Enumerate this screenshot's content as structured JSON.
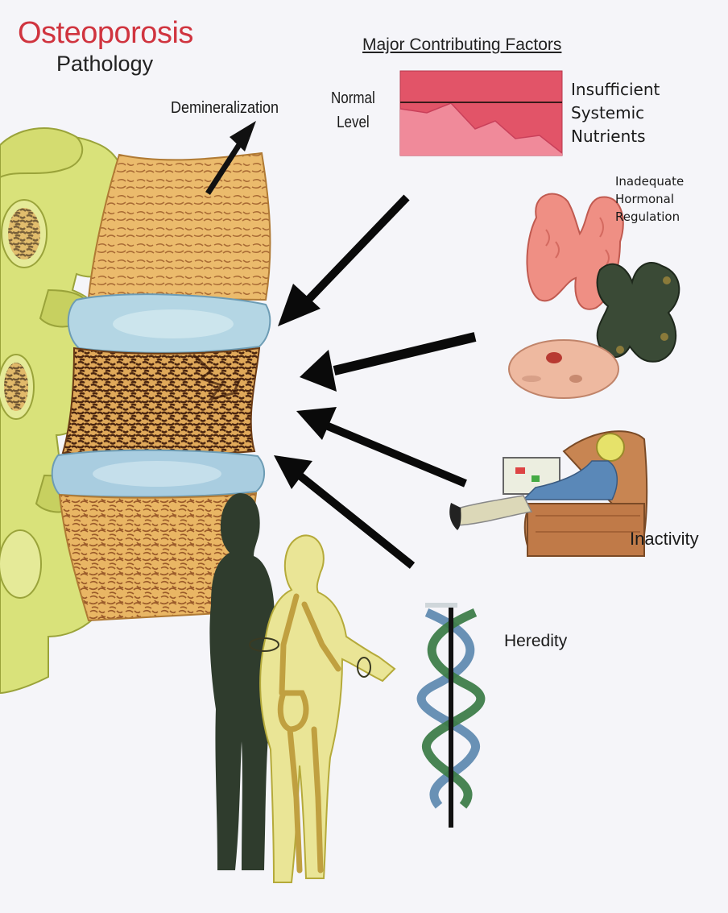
{
  "title": "Osteoporosis",
  "subtitle": "Pathology",
  "factors_heading": "Major Contributing Factors",
  "demineralization": "Demineralization",
  "normal_level": [
    "Normal",
    "Level"
  ],
  "nutrients": [
    "Insufficient",
    "Systemic",
    "Nutrients"
  ],
  "hormonal": [
    "Inadequate",
    "Hormonal",
    "Regulation"
  ],
  "inactivity": "Inactivity",
  "heredity": "Heredity",
  "colors": {
    "title_red": "#d0343f",
    "bone_yellow": "#d9e27a",
    "vertebra_orange": "#e8b86a",
    "disc_blue": "#a9cde0",
    "bar_red": "#e5546a",
    "dark_silhouette": "#2e3a2c",
    "dna_green": "#3e7d4a",
    "dna_blue": "#5a86ad"
  }
}
